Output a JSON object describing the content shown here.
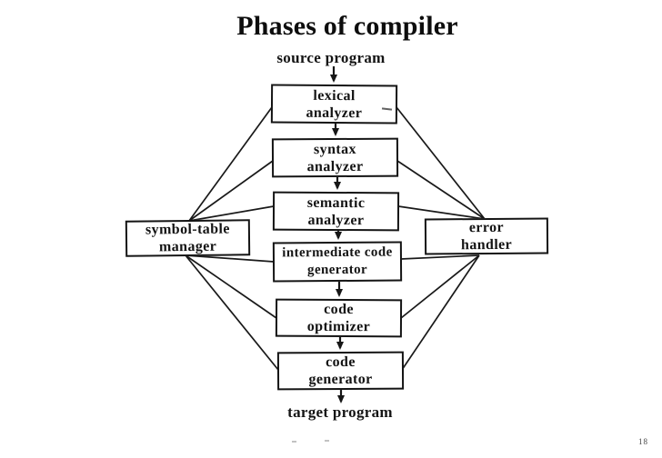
{
  "slide": {
    "title": "Phases of compiler",
    "page_number": "18"
  },
  "diagram": {
    "source_label": "source program",
    "target_label": "target program",
    "phases": [
      {
        "name": "lexical analyzer",
        "lines": [
          "lexical",
          "analyzer"
        ]
      },
      {
        "name": "syntax analyzer",
        "lines": [
          "syntax",
          "analyzer"
        ]
      },
      {
        "name": "semantic analyzer",
        "lines": [
          "semantic",
          "analyzer"
        ]
      },
      {
        "name": "intermediate code generator",
        "lines": [
          "intermediate code",
          "generator"
        ]
      },
      {
        "name": "code optimizer",
        "lines": [
          "code",
          "optimizer"
        ]
      },
      {
        "name": "code generator",
        "lines": [
          "code",
          "generator"
        ]
      }
    ],
    "side_boxes": [
      {
        "name": "symbol-table manager",
        "lines": [
          "symbol-table",
          "manager"
        ]
      },
      {
        "name": "error handler",
        "lines": [
          "error",
          "handler"
        ]
      }
    ],
    "colors": {
      "ink": "#161616",
      "background": "#ffffff"
    }
  }
}
